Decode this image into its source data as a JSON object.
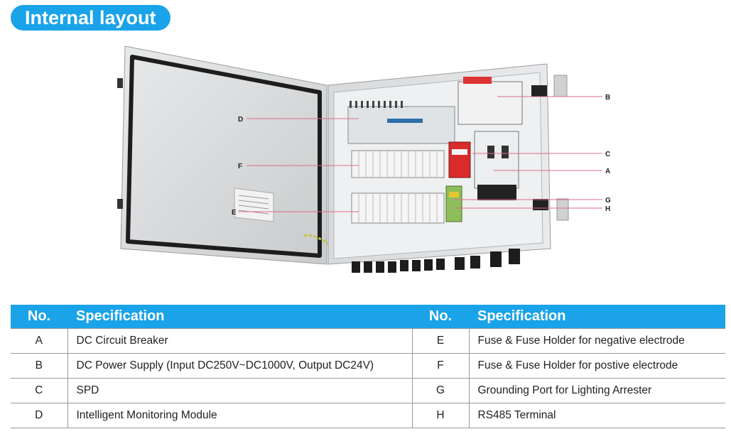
{
  "header": {
    "title": "Internal layout"
  },
  "callouts": [
    "D",
    "F",
    "E",
    "B",
    "C",
    "A",
    "G",
    "H"
  ],
  "table": {
    "headers": {
      "no": "No.",
      "spec": "Specification"
    },
    "rows": [
      {
        "left_no": "A",
        "left_spec": "DC Circuit Breaker",
        "right_no": "E",
        "right_spec": "Fuse & Fuse Holder for negative electrode"
      },
      {
        "left_no": "B",
        "left_spec": "DC Power Supply (Input DC250V~DC1000V, Output DC24V)",
        "right_no": "F",
        "right_spec": "Fuse & Fuse Holder for postive electrode"
      },
      {
        "left_no": "C",
        "left_spec": "SPD",
        "right_no": "G",
        "right_spec": "Grounding Port for Lighting Arrester"
      },
      {
        "left_no": "D",
        "left_spec": "Intelligent Monitoring Module",
        "right_no": "H",
        "right_spec": "RS485 Terminal"
      }
    ]
  },
  "colors": {
    "accent": "#1aa3e8",
    "callout_line": "#e06b8a"
  }
}
